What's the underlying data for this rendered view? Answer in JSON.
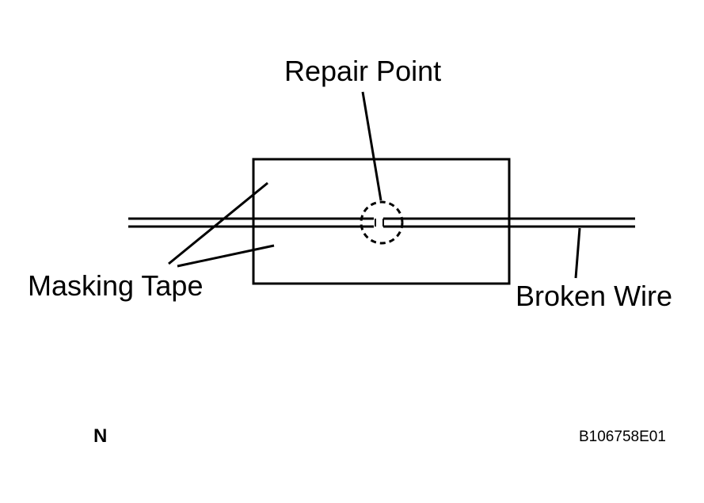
{
  "labels": {
    "repair_point": "Repair Point",
    "masking_tape": "Masking Tape",
    "broken_wire": "Broken Wire",
    "view_letter": "N",
    "figure_code": "B106758E01"
  },
  "colors": {
    "line": "#000000",
    "background": "#ffffff"
  }
}
